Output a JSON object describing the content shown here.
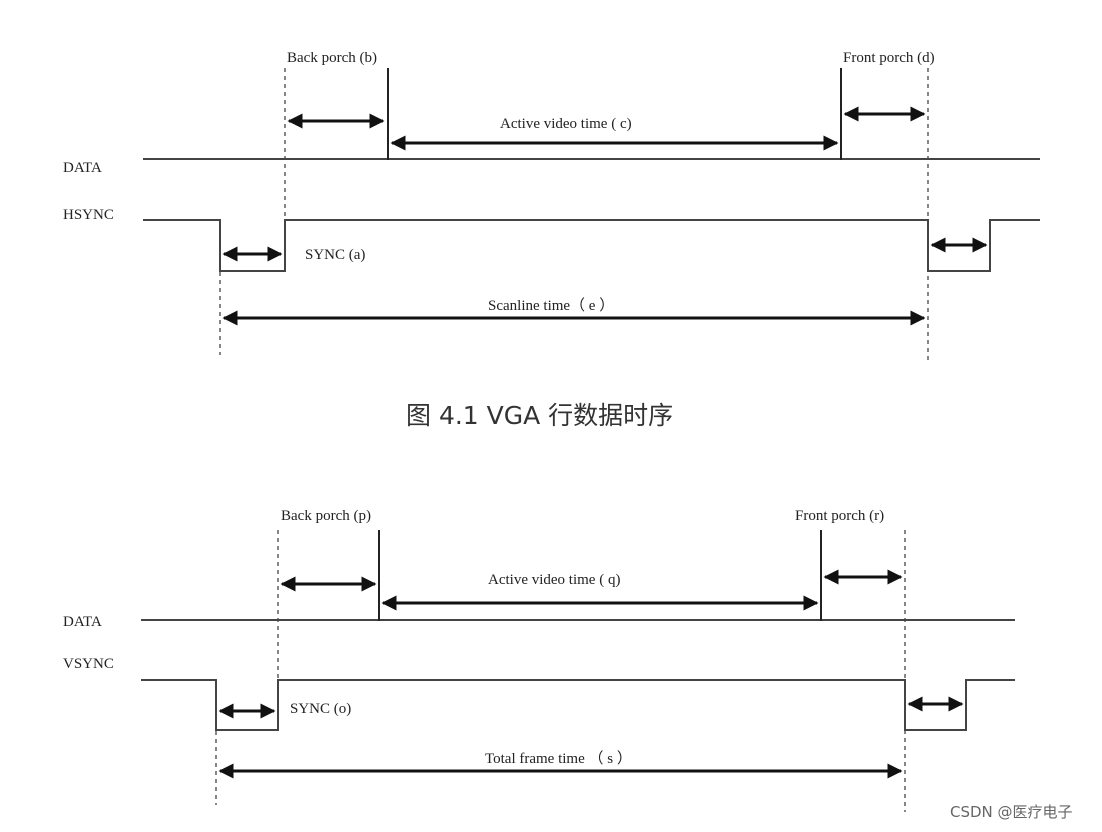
{
  "figure1": {
    "signals": {
      "data": "DATA",
      "sync": "HSYNC"
    },
    "labels": {
      "back_porch": "Back porch (b)",
      "active_video": "Active video time ( c)",
      "front_porch": "Front porch (d)",
      "sync": "SYNC (a)",
      "total": "Scanline time（ e ）"
    },
    "caption": "图 4.1   VGA  行数据时序"
  },
  "figure2": {
    "signals": {
      "data": "DATA",
      "sync": "VSYNC"
    },
    "labels": {
      "back_porch": "Back porch (p)",
      "active_video": "Active video time ( q)",
      "front_porch": "Front porch (r)",
      "sync": "SYNC (o)",
      "total": "Total frame time  （ s ）"
    }
  },
  "watermark": "CSDN @医疗电子"
}
